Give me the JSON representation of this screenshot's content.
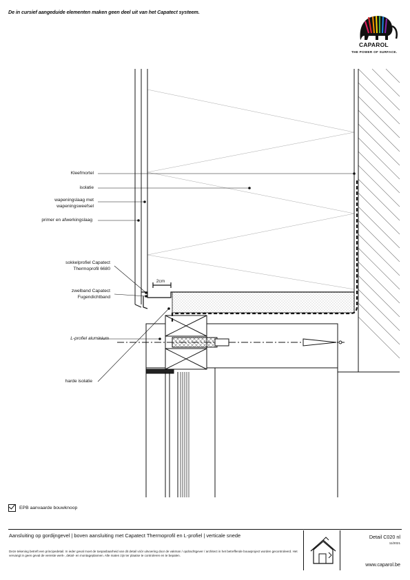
{
  "header": {
    "note": "De in cursief aangeduide elementen maken geen deel uit van het Capatect systeem.",
    "brand": "CAPAROL",
    "tagline": "THE POWER OF SURFACE.",
    "logo_icon": "elephant-logo-icon"
  },
  "labels": {
    "kleefmortel": "Kleefmortel",
    "isolatie": "isolatie",
    "wapening": "wapeningslaag met\nwapeningsweefsel",
    "primer": "primer en afwerkingslaag",
    "sokkel": "sokkelprofiel Capatect\nThermoprofil 6680",
    "zwelband": "zwelband Capatect\nFugendichtband",
    "lprofiel": "L-profiel aluminium",
    "harde": "harde isolatie",
    "dimension": "2cm"
  },
  "epb": {
    "label": "EPB aanvaarde bouwknoop",
    "icon": "checkbox-checked-icon"
  },
  "footer": {
    "title": "Aansluiting op gordijngevel | boven aansluiting met Capatect Thermoprofil en L-profiel | verticale snede",
    "body": "Deze tekening betreft een principedetail. In ieder geval moet de toepasbaarheid van dit detail vóór uitvoering door de vakman / opdrachtgever / architect in het betreffende bouwproject worden gecontroleerd. Het vervangt in geen geval de vereiste werk-, detail- en montageplannen. Alle maten zijn ter plaatse te controleren en te bepalen.",
    "detail": "Detail C020 nl",
    "date": "11/2021",
    "website": "www.caparol.be",
    "house_icon": "house-insulation-icon"
  }
}
